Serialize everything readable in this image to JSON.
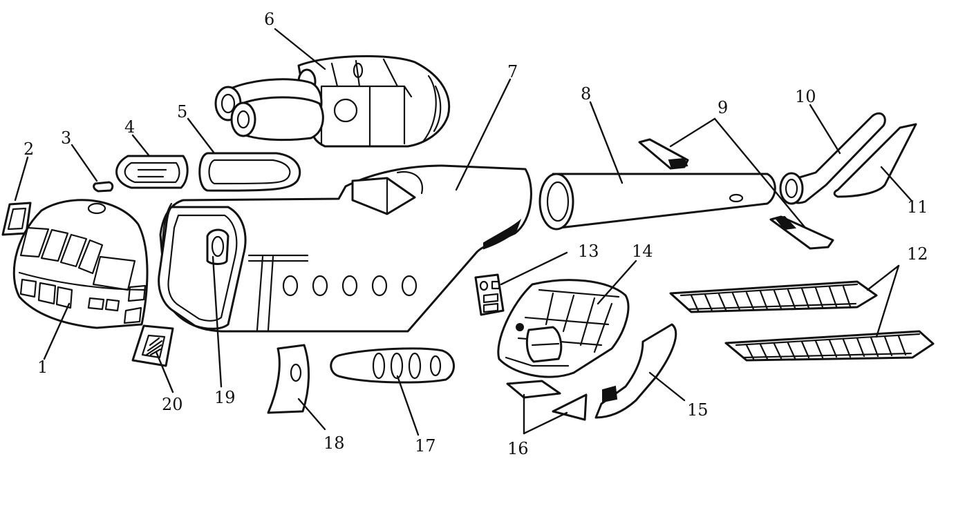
{
  "colors": {
    "line": "#111111",
    "background": "#ffffff"
  },
  "parts": [
    {
      "id": "1",
      "label": "1"
    },
    {
      "id": "2",
      "label": "2"
    },
    {
      "id": "3",
      "label": "3"
    },
    {
      "id": "4",
      "label": "4"
    },
    {
      "id": "5",
      "label": "5"
    },
    {
      "id": "6",
      "label": "6"
    },
    {
      "id": "7",
      "label": "7"
    },
    {
      "id": "8",
      "label": "8"
    },
    {
      "id": "9",
      "label": "9"
    },
    {
      "id": "10",
      "label": "10"
    },
    {
      "id": "11",
      "label": "11"
    },
    {
      "id": "12",
      "label": "12"
    },
    {
      "id": "13",
      "label": "13"
    },
    {
      "id": "14",
      "label": "14"
    },
    {
      "id": "15",
      "label": "15"
    },
    {
      "id": "16",
      "label": "16"
    },
    {
      "id": "17",
      "label": "17"
    },
    {
      "id": "18",
      "label": "18"
    },
    {
      "id": "19",
      "label": "19"
    },
    {
      "id": "20",
      "label": "20"
    }
  ]
}
